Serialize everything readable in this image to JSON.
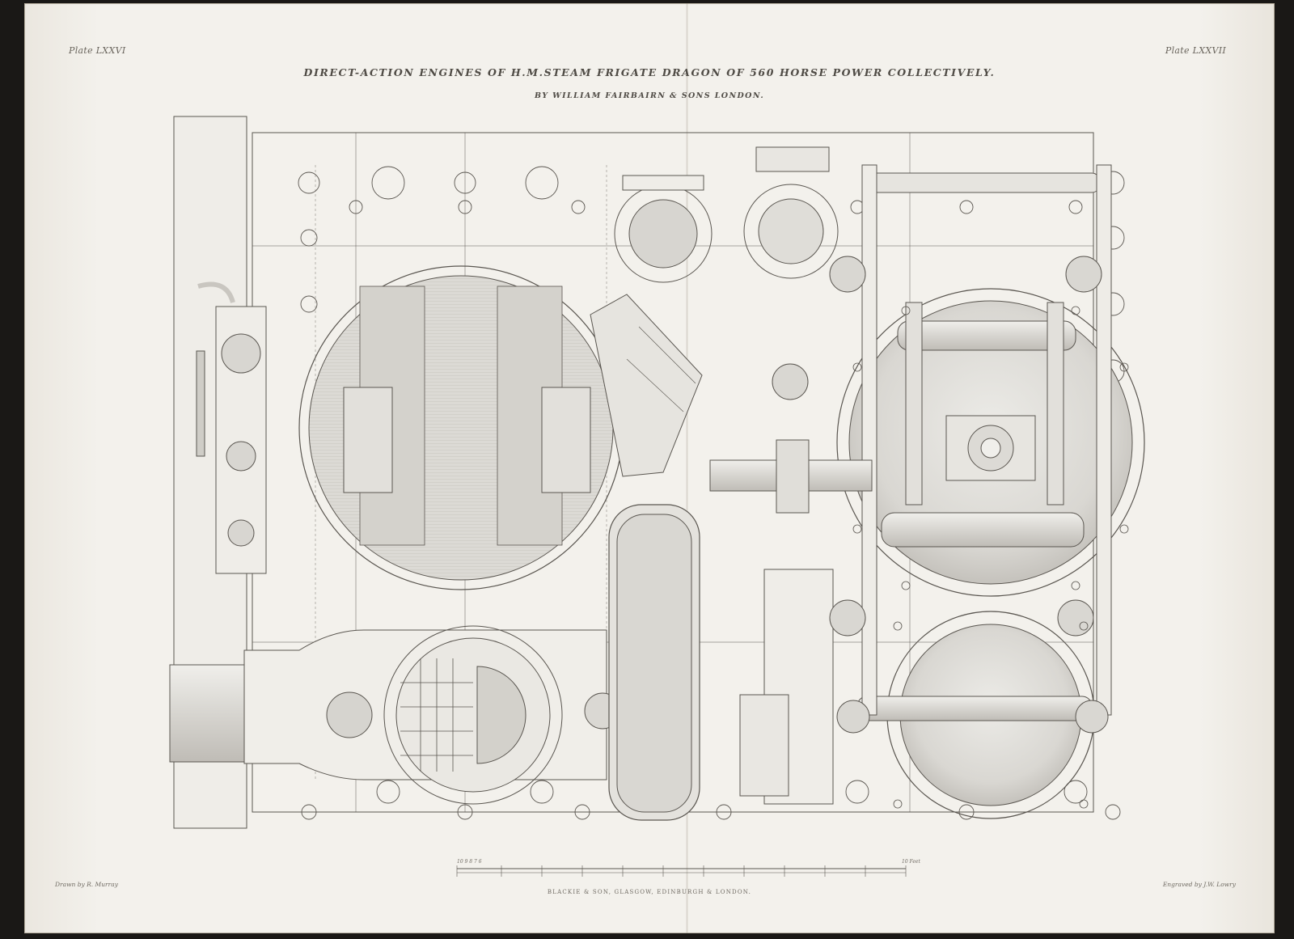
{
  "plates": {
    "left": "Plate LXXVI",
    "right": "Plate LXXVII"
  },
  "title": "DIRECT-ACTION ENGINES OF H.M.STEAM FRIGATE DRAGON OF 560 HORSE POWER COLLECTIVELY.",
  "subtitle": "BY WILLIAM FAIRBAIRN & SONS LONDON.",
  "credits": {
    "drawn": "Drawn by R. Murray",
    "engraved": "Engraved by J.W. Lowry",
    "publisher": "BLACKIE & SON, GLASGOW, EDINBURGH & LONDON."
  },
  "scale": {
    "start": "10 9 8 7 6",
    "unit": "10 Feet"
  },
  "colors": {
    "paper": "#f3f1ec",
    "ink": "#5a5650",
    "fill": "#d9d7d2",
    "mount": "#1a1816"
  }
}
